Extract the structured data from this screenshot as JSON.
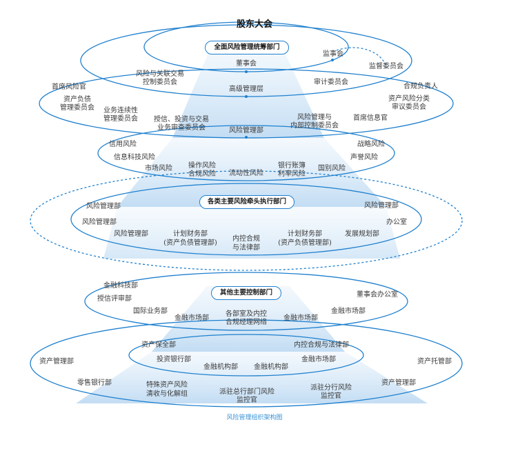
{
  "title": "股东大会",
  "caption": "风险管理组织架构图",
  "colors": {
    "line": "#1d7fce",
    "fill": "#dcebf8",
    "text": "#3a3a3a",
    "caption": "#3a93d6"
  },
  "sections": {
    "s1": "全面风险管理统筹部门",
    "s2": "各类主要风险牵头执行部门",
    "s3": "其他主要控制部门"
  },
  "nodes": {
    "board": "董事会",
    "audit_panel": "监事会",
    "supervisors": "监督委员会",
    "rel_txn_1": "风险与关联交易",
    "rel_txn_2": "控制委员会",
    "senior_mgmt": "高级管理层",
    "audit_comm": "审计委员会",
    "cro": "首席风险官",
    "compliance_head": "合规负责人",
    "alm_1": "资产负债",
    "alm_2": "管理委员会",
    "bcm_1": "业务连续性",
    "bcm_2": "管理委员会",
    "credit_review_1": "授信、投资与交易",
    "credit_review_2": "业务审查委员会",
    "risk_mgmt_dept": "风险管理部",
    "internal_ctrl_1": "风险管理与",
    "internal_ctrl_2": "内部控制委员会",
    "cio": "首席信息官",
    "asset_class_1": "资产风险分类",
    "asset_class_2": "审议委员会",
    "credit_risk": "信用风险",
    "strategic_risk": "战略风险",
    "it_risk": "信息科技风险",
    "reputation_risk": "声誉风险",
    "market_risk": "市场风险",
    "op_risk_1": "操作风险",
    "op_risk_2": "合规风险",
    "liquidity_risk": "流动性风险",
    "irrbb_1": "银行账簿",
    "irrbb_2": "利率风险",
    "country_risk": "国别风险",
    "s2_rm_left1": "风险管理部",
    "s2_rm_right": "风险管理部",
    "s2_rm_left2": "风险管理部",
    "s2_office": "办公室",
    "s2_rm_left3": "风险管理部",
    "s2_plan_fin_1": "计划财务部",
    "s2_plan_fin_2": "(资产负债管理部)",
    "s2_ic_1": "内控合规",
    "s2_ic_2": "与法律部",
    "s2_plan_fin_b1": "计划财务部",
    "s2_plan_fin_b2": "(资产负债管理部)",
    "s2_dev_plan": "发展规划部",
    "fintech": "金融科技部",
    "board_office": "董事会办公室",
    "credit_rating": "授信评审部",
    "fin_market_right": "金融市场部",
    "intl_business": "国际业务部",
    "fin_market_1": "金融市场部",
    "all_depts_1": "各部室及内控",
    "all_depts_2": "合规经理网络",
    "fin_market_2": "金融市场部",
    "asset_preserve": "资产保全部",
    "ic_legal": "内控合规与法律部",
    "asset_mgmt_left": "资产管理部",
    "invest_bank": "投资银行部",
    "fin_market_3": "金融市场部",
    "asset_custody": "资产托管部",
    "fin_inst_1": "金融机构部",
    "fin_inst_2": "金融机构部",
    "retail_bank": "零售银行部",
    "special_asset_1": "特殊资产风险",
    "special_asset_2": "清收与化解组",
    "hq_risk_1": "派驻总行部门风险",
    "hq_risk_2": "监控官",
    "branch_risk_1": "派驻分行风险",
    "branch_risk_2": "监控官",
    "asset_mgmt_right": "资产管理部"
  }
}
